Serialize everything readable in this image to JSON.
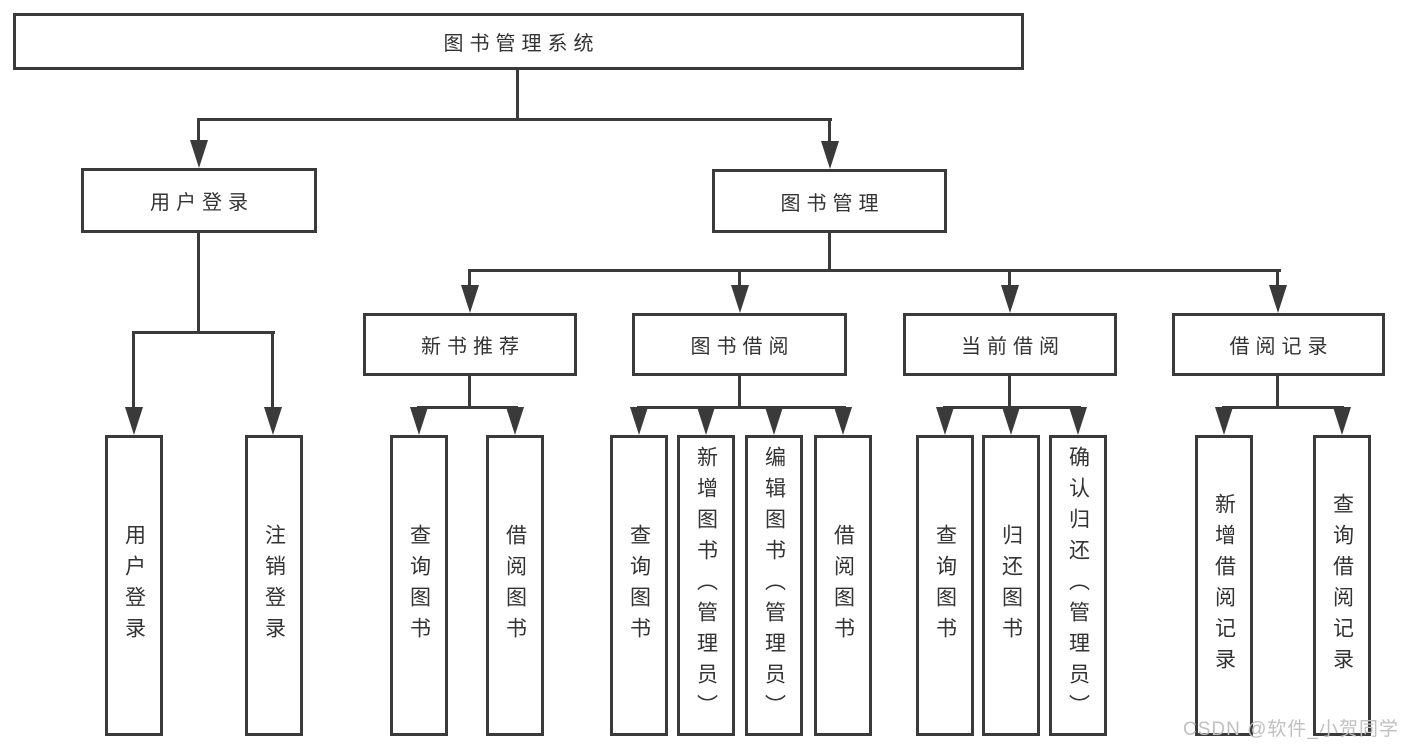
{
  "diagram": {
    "root": "图书管理系统",
    "login": {
      "label": "用户登录",
      "children": [
        "用户登录",
        "注销登录"
      ]
    },
    "management": {
      "label": "图书管理",
      "groups": [
        {
          "label": "新书推荐",
          "children": [
            "查询图书",
            "借阅图书"
          ]
        },
        {
          "label": "图书借阅",
          "children": [
            "查询图书",
            "新增图书（管理员）",
            "编辑图书（管理员）",
            "借阅图书"
          ]
        },
        {
          "label": "当前借阅",
          "children": [
            "查询图书",
            "归还图书",
            "确认归还（管理员）"
          ]
        },
        {
          "label": "借阅记录",
          "children": [
            "新增借阅记录",
            "查询借阅记录"
          ]
        }
      ]
    },
    "colors": {
      "line": "#3a3a3a",
      "text": "#333333",
      "watermark": "#c0c0c0"
    }
  },
  "watermark": {
    "text": "CSDN @软件_小贺同学"
  }
}
